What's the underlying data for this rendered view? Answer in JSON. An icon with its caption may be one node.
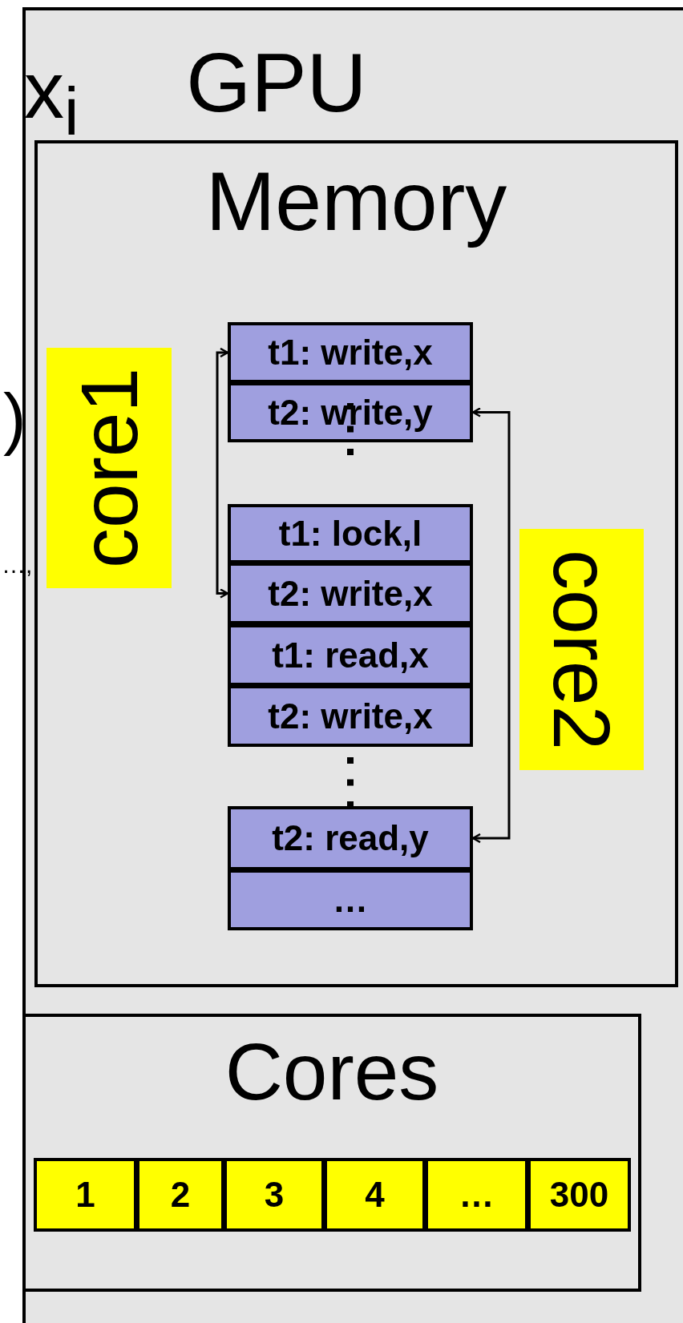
{
  "diagram": {
    "nodes": [
      {
        "text": [
          "GPU"
        ]
      },
      {
        "text": [
          "Memory"
        ],
        "in": 0
      },
      {
        "text": [
          "t1: write,x"
        ],
        "in": 1
      },
      {
        "text": [
          "t2: write,y"
        ],
        "in": 1
      },
      {
        "text": [
          "t1: lock,l"
        ],
        "in": 1
      },
      {
        "text": [
          "t2: write,x"
        ],
        "in": 1
      },
      {
        "text": [
          "t1: read,x"
        ],
        "in": 1
      },
      {
        "text": [
          "t2: write,x"
        ],
        "in": 1
      },
      {
        "text": [
          "t2: read,y"
        ],
        "in": 1
      },
      {
        "text": [
          "…"
        ],
        "in": 1
      },
      {
        "text": [
          "core1"
        ],
        "in": 1
      },
      {
        "text": [
          "core2"
        ],
        "in": 1
      },
      {
        "text": [
          "Cores"
        ],
        "in": 0
      },
      {
        "text": [
          "1"
        ],
        "in": 12
      },
      {
        "text": [
          "2"
        ],
        "in": 12
      },
      {
        "text": [
          "3"
        ],
        "in": 12
      },
      {
        "text": [
          "4"
        ],
        "in": 12
      },
      {
        "text": [
          "…"
        ],
        "in": 12
      },
      {
        "text": [
          "300"
        ],
        "in": 12
      }
    ],
    "edges": [
      {
        "from": 2,
        "to": 5,
        "arrow": "both"
      },
      {
        "from": 3,
        "to": 8,
        "arrow": "both"
      }
    ],
    "labels": [
      "x$_{i}$",
      ")",
      "…,"
    ]
  }
}
